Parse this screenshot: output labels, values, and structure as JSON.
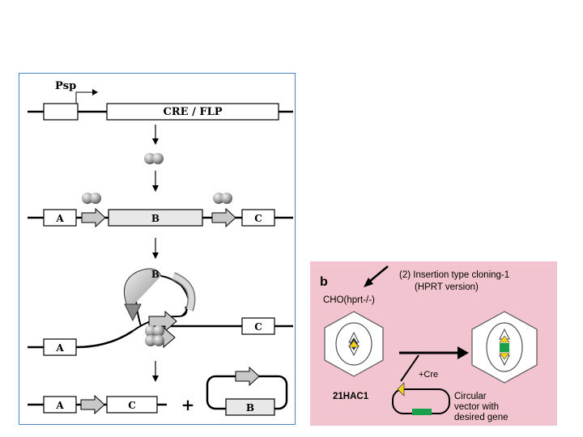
{
  "panel_left": {
    "promoter_label": "Psp",
    "recombinase_label": "CRE / FLP",
    "segment_a": "A",
    "segment_b": "B",
    "segment_c": "C",
    "plus": "+"
  },
  "panel_right": {
    "panel_letter": "b",
    "title_line1": "(2) Insertion type cloning-1",
    "title_line2": "(HPRT version)",
    "cell_label": "CHO(hprt-/-)",
    "hac_label": "21HAC1",
    "cre_label": "+Cre",
    "vector_line1": "Circular",
    "vector_line2": "vector with",
    "vector_line3": "desired gene",
    "colors": {
      "background": "#f2c4cf",
      "loxp": "#f2d21a",
      "gene": "#1aa04a"
    }
  }
}
